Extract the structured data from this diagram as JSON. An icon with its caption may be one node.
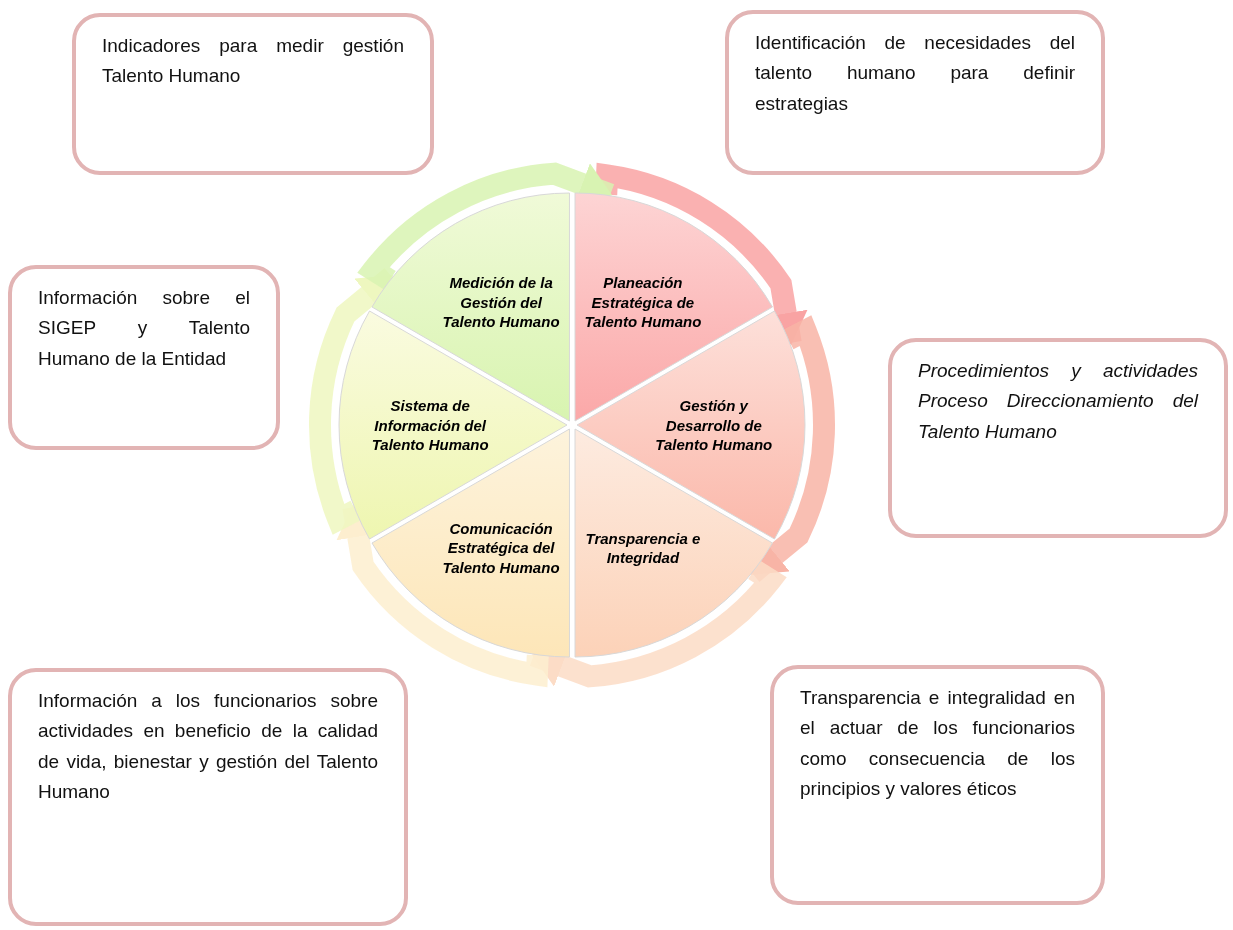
{
  "diagram": {
    "nodes": [
      {
        "text": [
          "Planeación Estratégica de Talento Humano"
        ]
      },
      {
        "text": [
          "Gestión y Desarrollo de Talento Humano"
        ]
      },
      {
        "text": [
          "Transparencia e Integridad"
        ]
      },
      {
        "text": [
          "Comunicación Estratégica del Talento Humano"
        ]
      },
      {
        "text": [
          "Sistema de Información del Talento Humano"
        ]
      },
      {
        "text": [
          "Medición de la Gestión del Talento Humano"
        ]
      },
      {
        "text": [
          "Indicadores para medir gestión Talento Humano"
        ]
      },
      {
        "text": [
          "Identificación de necesidades del talento humano para definir estrategias"
        ]
      },
      {
        "text": [
          "Información sobre el SIGEP y Talento Humano de la Entidad"
        ]
      },
      {
        "text": [
          "Procedimientos y actividades Proceso Direccionamiento del Talento Humano"
        ]
      },
      {
        "text": [
          "Información a los funcionarios sobre actividades en beneficio de la calidad de vida, bienestar y gestión del Talento Humano"
        ]
      },
      {
        "text": [
          "Transparencia e integralidad en el actuar de los funcionarios como consecuencia de los principios y valores éticos"
        ]
      }
    ],
    "edges": [
      {
        "from": 0,
        "to": 1,
        "arrow": "to",
        "color": "#f9a3a3"
      },
      {
        "from": 1,
        "to": 2,
        "arrow": "to",
        "color": "#f8b4a6"
      },
      {
        "from": 2,
        "to": 3,
        "arrow": "to",
        "color": "#fcdcc6"
      },
      {
        "from": 3,
        "to": 4,
        "arrow": "to",
        "color": "#fdeecf"
      },
      {
        "from": 4,
        "to": 5,
        "arrow": "to",
        "color": "#eef7bf"
      },
      {
        "from": 5,
        "to": 0,
        "arrow": "to",
        "color": "#d8f3b2"
      }
    ]
  }
}
